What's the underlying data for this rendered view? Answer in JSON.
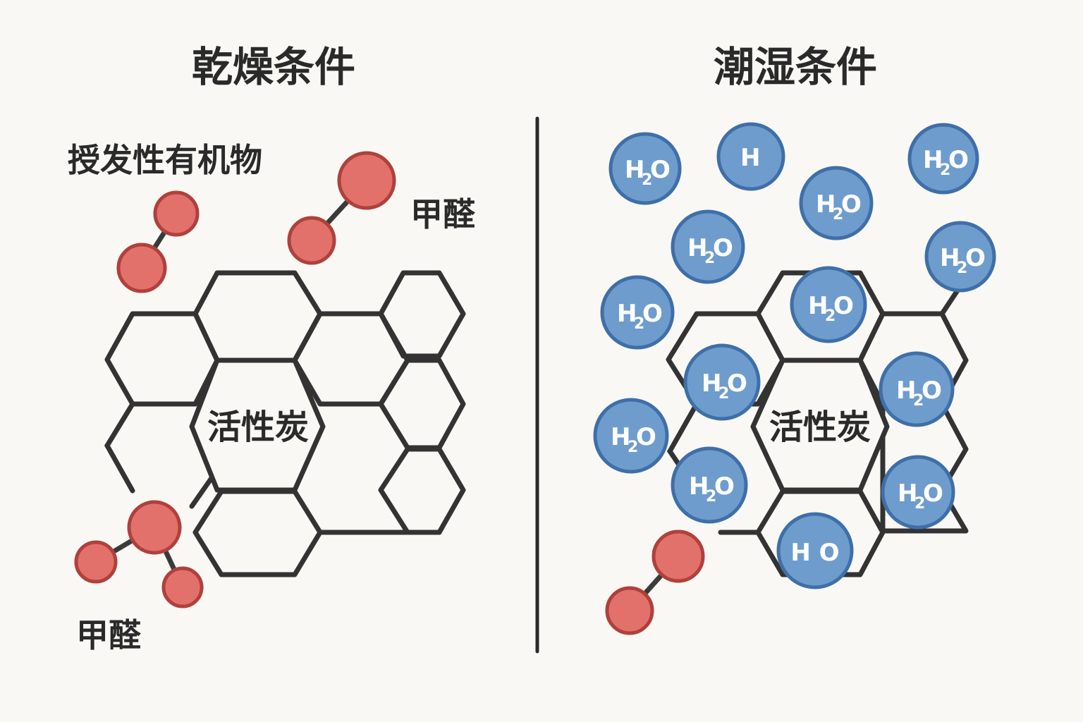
{
  "left_panel": {
    "title": "乾燥条件",
    "voc_label": "授发性有机物",
    "formaldehyde_label_top": "甲醛",
    "formaldehyde_label_bottom": "甲醛",
    "center_label": "活性炭"
  },
  "right_panel": {
    "title": "潮湿条件",
    "center_label": "活性炭",
    "water_main": "H",
    "water_sub": "2",
    "water_tail": "O",
    "water_single": "H",
    "water_partial": "H O"
  },
  "colors": {
    "pollutant_atom": "#e2706b",
    "water_molecule": "#6e9ccd",
    "carbon_lattice": "#333333"
  }
}
